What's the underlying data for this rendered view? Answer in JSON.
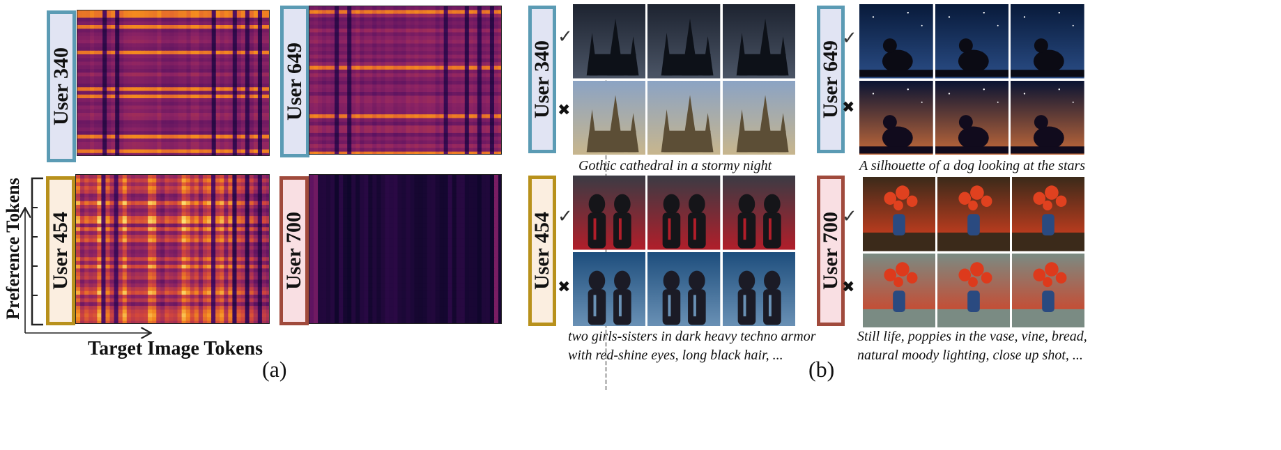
{
  "panel_a": {
    "label": "(a)",
    "x_axis_title": "Target Image Tokens",
    "y_axis_title": "Preference Tokens",
    "heatmaps": [
      {
        "user_label": "User 340",
        "border_color": "#5b9bb4",
        "fill_color": "#e1e4f3",
        "intensity": 0.55,
        "band_style": "rows"
      },
      {
        "user_label": "User 649",
        "border_color": "#5b9bb4",
        "fill_color": "#e1e4f3",
        "intensity": 0.55,
        "band_style": "rows"
      },
      {
        "user_label": "User 454",
        "border_color": "#b8911c",
        "fill_color": "#fbeee0",
        "intensity": 0.7,
        "band_style": "grid"
      },
      {
        "user_label": "User 700",
        "border_color": "#a04a3c",
        "fill_color": "#f9dfe3",
        "intensity": 0.12,
        "band_style": "dark"
      }
    ]
  },
  "panel_b": {
    "label": "(b)",
    "check_mark": "✓",
    "cross_mark": "✖",
    "groups": [
      {
        "user_label": "User 340",
        "border_color": "#5b9bb4",
        "fill_color": "#e1e4f3",
        "caption_lines": [
          "Gothic cathedral in a stormy night"
        ],
        "liked_images": [
          "gothic-cathedral-dark-1",
          "gothic-cathedral-dark-2",
          "gothic-cathedral-dark-3"
        ],
        "disliked_images": [
          "gothic-cathedral-day-1",
          "gothic-cathedral-day-2",
          "gothic-cathedral-day-3"
        ]
      },
      {
        "user_label": "User 649",
        "border_color": "#5b9bb4",
        "fill_color": "#e1e4f3",
        "caption_lines": [
          "A silhouette of a dog looking at the stars"
        ],
        "liked_images": [
          "dog-milky-way-1",
          "dog-milky-way-2",
          "dog-milky-way-3"
        ],
        "disliked_images": [
          "dog-galaxy-1",
          "dog-galaxy-2",
          "dog-galaxy-3"
        ]
      },
      {
        "user_label": "User 454",
        "border_color": "#b8911c",
        "fill_color": "#fbeee0",
        "caption_lines": [
          "two girls-sisters in dark heavy techno armor",
          "with red-shine eyes, long black hair, ..."
        ],
        "liked_images": [
          "armor-girls-red-1",
          "armor-girls-red-2",
          "armor-girls-red-3"
        ],
        "disliked_images": [
          "armor-girls-blue-1",
          "armor-girls-blue-2",
          "armor-girls-blue-3"
        ]
      },
      {
        "user_label": "User 700",
        "border_color": "#a04a3c",
        "fill_color": "#f9dfe3",
        "caption_lines": [
          "Still life, poppies in the vase, vine, bread,",
          "natural moody lighting, close up shot, ..."
        ],
        "liked_images": [
          "poppies-still-life-1",
          "poppies-still-life-2",
          "poppies-still-life-3"
        ],
        "disliked_images": [
          "poppies-window-1",
          "poppies-window-2",
          "poppies-window-3"
        ]
      }
    ]
  }
}
